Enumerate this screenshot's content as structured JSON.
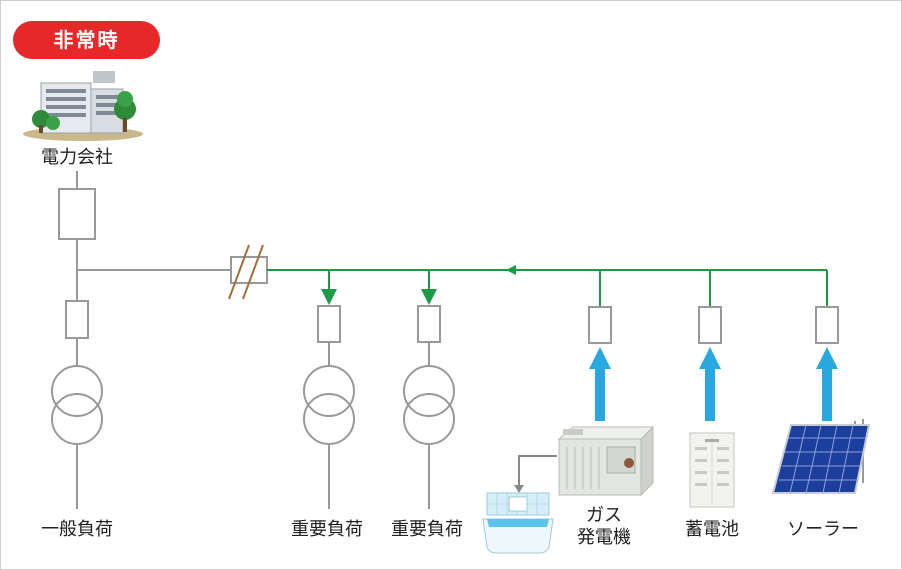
{
  "status_badge": "非常時",
  "labels": {
    "power_company": "電力会社",
    "general_load": "一般負荷",
    "critical_load_1": "重要負荷",
    "critical_load_2": "重要負荷",
    "gas_generator_line1": "ガス",
    "gas_generator_line2": "発電機",
    "storage_battery": "蓄電池",
    "solar": "ソーラー"
  },
  "colors": {
    "badge": "#e62828",
    "grid_line": "#999999",
    "backup_line": "#1d9a46",
    "supply_arrow": "#29a8e0",
    "breaker_slash": "#a0703a"
  }
}
